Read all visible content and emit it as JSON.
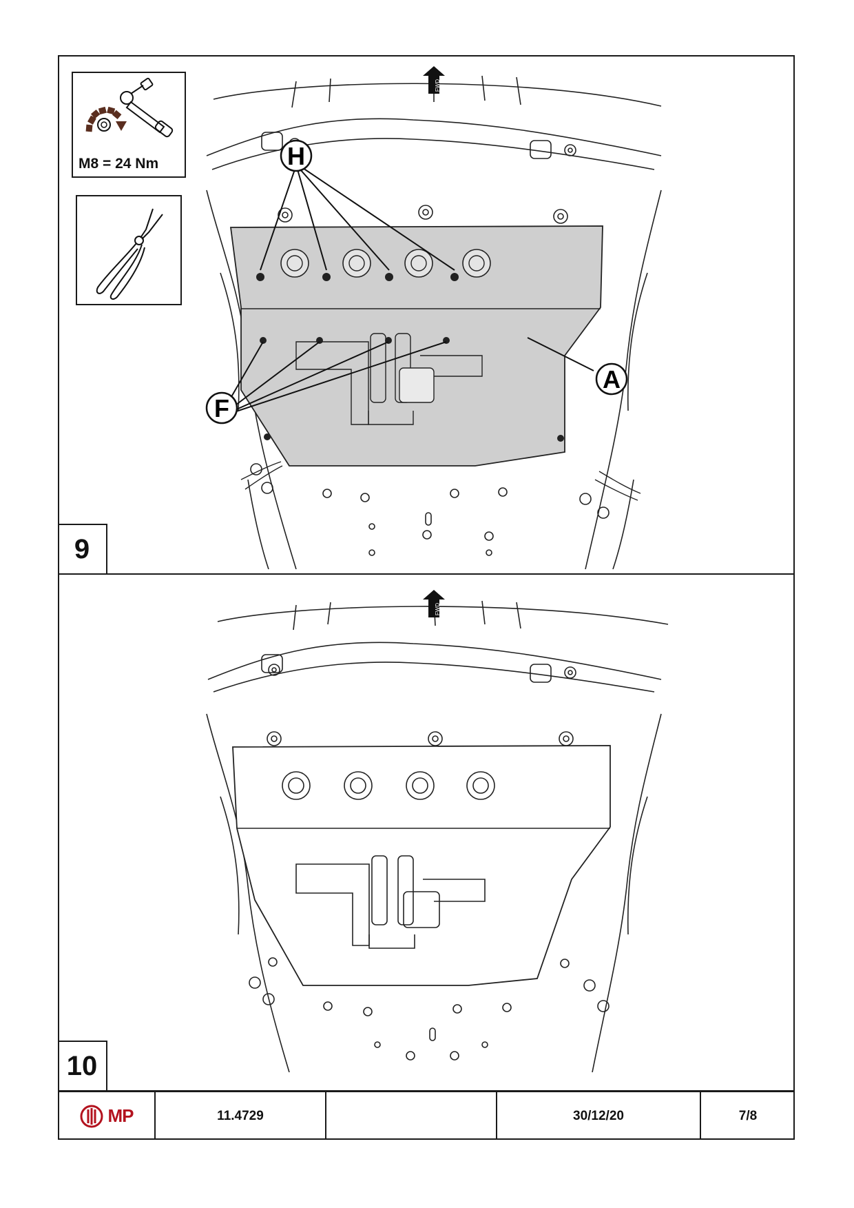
{
  "steps": [
    {
      "number": "9",
      "labels": {
        "h": "H",
        "f": "F",
        "a": "A"
      },
      "fwd": "FWD"
    },
    {
      "number": "10",
      "fwd": "FWD"
    }
  ],
  "tools": {
    "torque_spec": "M8 =  24  Nm"
  },
  "footer": {
    "logo_text": "MP",
    "part_number": "11.4729",
    "blank": "",
    "date": "30/12/20",
    "page": "7/8"
  },
  "colors": {
    "logo_red": "#b3121e",
    "torque_arrow": "#5a2e1f",
    "plate_fill": "#cfcfcf"
  }
}
